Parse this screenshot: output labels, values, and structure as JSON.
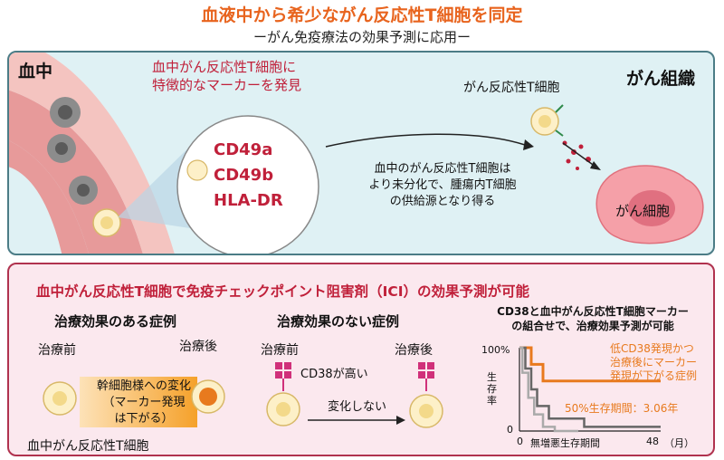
{
  "header": {
    "title": "血液中から希少ながん反応性T細胞を同定",
    "subtitle": "ーがん免疫療法の効果予測に応用ー"
  },
  "top": {
    "blood_label": "血中",
    "marker_note_line1": "血中がん反応性T細胞に",
    "marker_note_line2": "特徴的なマーカーを発見",
    "markers": [
      "CD49a",
      "CD49b",
      "HLA-DR"
    ],
    "tissue_label": "がん組織",
    "tissue_tcell_label": "がん反応性T細胞",
    "desc_lines": [
      "血中のがん反応性T細胞は",
      "より未分化で、腫瘍内T細胞",
      "の供給源となり得る"
    ],
    "cancer_cell_label": "がん細胞"
  },
  "bottom": {
    "headline": "血中がん反応性T細胞で免疫チェックポイント阻害剤（ICI）の効果予測が可能",
    "responder_title": "治療効果のある症例",
    "nonresponder_title": "治療効果のない症例",
    "before_label": "治療前",
    "after_label": "治療後",
    "change_lines": [
      "幹細胞様への変化",
      "（マーカー発現",
      "は下がる）"
    ],
    "tcell_caption": "血中がん反応性T細胞",
    "cd38_label": "CD38が高い",
    "no_change_label": "変化しない",
    "km_title_line1": "CD38と血中がん反応性T細胞マーカー",
    "km_title_line2": "の組合せで、治療効果予測が可能",
    "km_legend_lines": [
      "低CD38発現かつ",
      "治療後にマーカー",
      "発現が下がる症例"
    ],
    "km_median": "50%生存期間：3.06年"
  },
  "chart_data": {
    "type": "line",
    "title": "",
    "ylabel": "生存率",
    "xlabel": "無増悪生存期間",
    "x_unit": "（月）",
    "x_ticks": [
      "0",
      "48"
    ],
    "y_ticks": [
      "100%",
      "0"
    ],
    "xlim": [
      0,
      48
    ],
    "ylim": [
      0,
      100
    ],
    "series": [
      {
        "name": "低CD38発現かつ治療後にマーカー発現が下がる症例",
        "color": "#e87a1e",
        "points": [
          [
            0,
            100
          ],
          [
            4,
            100
          ],
          [
            4,
            80
          ],
          [
            8,
            80
          ],
          [
            8,
            60
          ],
          [
            48,
            60
          ]
        ]
      },
      {
        "color": "#666666",
        "points": [
          [
            0,
            100
          ],
          [
            2,
            100
          ],
          [
            2,
            75
          ],
          [
            4,
            75
          ],
          [
            4,
            50
          ],
          [
            6,
            50
          ],
          [
            6,
            30
          ],
          [
            10,
            30
          ],
          [
            10,
            15
          ],
          [
            22,
            15
          ],
          [
            22,
            5
          ],
          [
            48,
            5
          ]
        ]
      },
      {
        "color": "#aaaaaa",
        "points": [
          [
            0,
            100
          ],
          [
            1,
            100
          ],
          [
            1,
            70
          ],
          [
            3,
            70
          ],
          [
            3,
            40
          ],
          [
            5,
            40
          ],
          [
            5,
            20
          ],
          [
            8,
            20
          ],
          [
            8,
            5
          ],
          [
            12,
            5
          ],
          [
            12,
            0
          ],
          [
            20,
            0
          ]
        ]
      }
    ]
  },
  "colors": {
    "title": "#e8641e",
    "accent_red": "#c0203a",
    "orange": "#e87a1e",
    "cd38_pink": "#d0307a"
  }
}
